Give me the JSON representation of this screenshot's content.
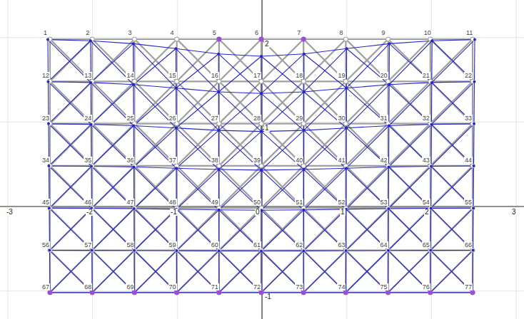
{
  "diagram": {
    "labels": [
      "1",
      "2",
      "3",
      "4",
      "5",
      "6",
      "7",
      "8",
      "9",
      "10",
      "11",
      "12",
      "13",
      "14",
      "15",
      "16",
      "17",
      "18",
      "19",
      "20",
      "21",
      "22",
      "23",
      "24",
      "25",
      "26",
      "27",
      "28",
      "29",
      "30",
      "31",
      "32",
      "33",
      "34",
      "35",
      "36",
      "37",
      "38",
      "39",
      "40",
      "41",
      "42",
      "43",
      "44",
      "45",
      "46",
      "47",
      "48",
      "49",
      "50",
      "51",
      "52",
      "53",
      "54",
      "55",
      "56",
      "57",
      "58",
      "59",
      "60",
      "61",
      "62",
      "63",
      "64",
      "65",
      "66",
      "67",
      "68",
      "69",
      "70",
      "71",
      "72",
      "73",
      "74",
      "75",
      "76",
      "77",
      "-3",
      "-2",
      "-1",
      "0",
      "1",
      "2",
      "3",
      "2",
      "1",
      "-1"
    ]
  }
}
